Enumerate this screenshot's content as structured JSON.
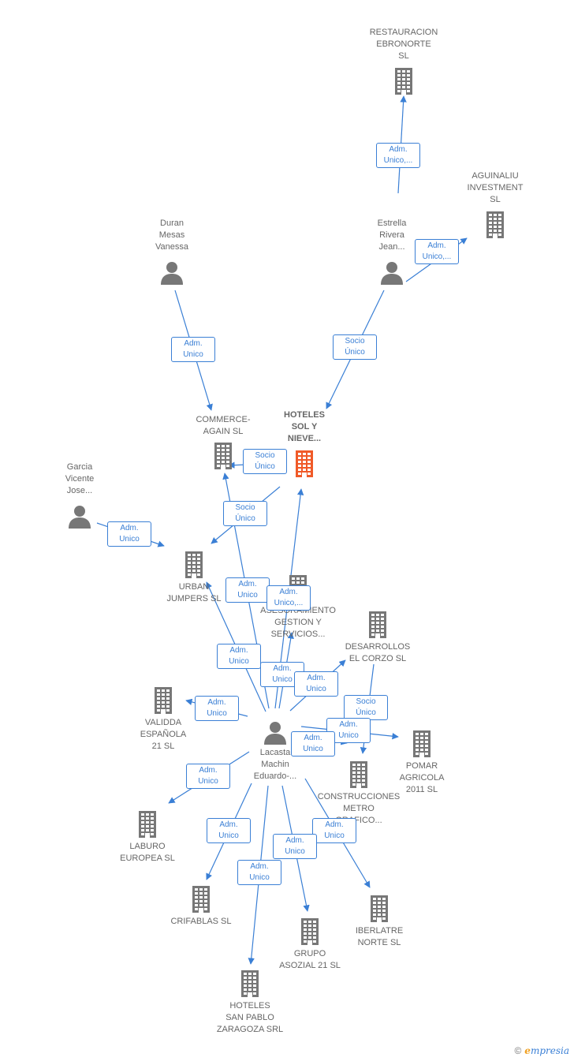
{
  "colors": {
    "edge": "#3a7fd5",
    "node_gray": "#777777",
    "focus": "#f05a28",
    "text": "#666666"
  },
  "nodes": [
    {
      "id": "restauracion",
      "type": "company",
      "lines": [
        "RESTAURACION",
        "EBRONORTE",
        "SL"
      ]
    },
    {
      "id": "aguinaliu",
      "type": "company",
      "lines": [
        "AGUINALIU",
        "INVESTMENT",
        "SL"
      ]
    },
    {
      "id": "duran",
      "type": "person",
      "lines": [
        "Duran",
        "Mesas",
        "Vanessa"
      ]
    },
    {
      "id": "estrella",
      "type": "person",
      "lines": [
        "Estrella",
        "Rivera",
        "Jean..."
      ]
    },
    {
      "id": "commerce",
      "type": "company",
      "lines": [
        "COMMERCE-",
        "AGAIN  SL"
      ]
    },
    {
      "id": "hoteles_sol",
      "type": "company",
      "focus": true,
      "lines": [
        "HOTELES",
        "SOL Y",
        "NIEVE..."
      ]
    },
    {
      "id": "garcia",
      "type": "person",
      "lines": [
        "Garcia",
        "Vicente",
        "Jose..."
      ]
    },
    {
      "id": "urban",
      "type": "company",
      "lines": [
        "URBAN",
        "JUMPERS  SL"
      ]
    },
    {
      "id": "asesoramiento",
      "type": "company",
      "lines": [
        "ASESORAMIENTO",
        "GESTION Y",
        "SERVICIOS..."
      ]
    },
    {
      "id": "desarrollos",
      "type": "company",
      "lines": [
        "DESARROLLOS",
        "EL CORZO SL"
      ]
    },
    {
      "id": "validda",
      "type": "company",
      "lines": [
        "VALIDDA",
        "ESPAÑOLA",
        "21 SL"
      ]
    },
    {
      "id": "lacasta",
      "type": "person",
      "lines": [
        "Lacasta",
        "Machin",
        "Eduardo-..."
      ]
    },
    {
      "id": "pomar",
      "type": "company",
      "lines": [
        "POMAR",
        "AGRICOLA",
        "2011 SL"
      ]
    },
    {
      "id": "construcciones",
      "type": "company",
      "lines": [
        "CONSTRUCCIONES",
        "METRO",
        "GRAFICO..."
      ]
    },
    {
      "id": "laburo",
      "type": "company",
      "lines": [
        "LABURO",
        "EUROPEA  SL"
      ]
    },
    {
      "id": "crifablas",
      "type": "company",
      "lines": [
        "CRIFABLAS SL"
      ]
    },
    {
      "id": "iberlatre",
      "type": "company",
      "lines": [
        "IBERLATRE",
        "NORTE  SL"
      ]
    },
    {
      "id": "grupo",
      "type": "company",
      "lines": [
        "GRUPO",
        "ASOZIAL 21  SL"
      ]
    },
    {
      "id": "hoteles_sp",
      "type": "company",
      "lines": [
        "HOTELES",
        "SAN PABLO",
        "ZARAGOZA SRL"
      ]
    }
  ],
  "edges": [
    {
      "from": "estrella",
      "to": "restauracion",
      "label": [
        "Adm.",
        "Unico,..."
      ]
    },
    {
      "from": "estrella",
      "to": "aguinaliu",
      "label": [
        "Adm.",
        "Unico,..."
      ]
    },
    {
      "from": "estrella",
      "to": "hoteles_sol",
      "label": [
        "Socio",
        "Único"
      ]
    },
    {
      "from": "duran",
      "to": "commerce",
      "label": [
        "Adm.",
        "Unico"
      ]
    },
    {
      "from": "hoteles_sol",
      "to": "commerce",
      "label": [
        "Socio",
        "Único"
      ]
    },
    {
      "from": "hoteles_sol",
      "to": "urban",
      "label": [
        "Socio",
        "Único"
      ]
    },
    {
      "from": "garcia",
      "to": "urban",
      "label": [
        "Adm.",
        "Unico"
      ]
    },
    {
      "from": "lacasta",
      "to": "commerce",
      "label": [
        "Adm.",
        "Unico"
      ]
    },
    {
      "from": "lacasta",
      "to": "hoteles_sol",
      "label": [
        "Adm.",
        "Unico,..."
      ]
    },
    {
      "from": "lacasta",
      "to": "urban",
      "label": [
        "Adm.",
        "Unico"
      ]
    },
    {
      "from": "lacasta",
      "to": "asesoramiento",
      "label": [
        "Adm.",
        "Unico"
      ]
    },
    {
      "from": "lacasta",
      "to": "desarrollos",
      "label": [
        "Adm.",
        "Unico"
      ]
    },
    {
      "from": "desarrollos",
      "to": "construcciones",
      "label": [
        "Socio",
        "Único"
      ]
    },
    {
      "from": "lacasta",
      "to": "validda",
      "label": [
        "Adm.",
        "Unico"
      ]
    },
    {
      "from": "lacasta",
      "to": "pomar",
      "label": [
        "Adm.",
        "Unico"
      ]
    },
    {
      "from": "lacasta",
      "to": "construcciones",
      "label": [
        "Adm.",
        "Unico"
      ]
    },
    {
      "from": "lacasta",
      "to": "laburo",
      "label": [
        "Adm.",
        "Unico"
      ]
    },
    {
      "from": "lacasta",
      "to": "crifablas",
      "label": [
        "Adm.",
        "Unico"
      ]
    },
    {
      "from": "lacasta",
      "to": "hoteles_sp",
      "label": [
        "Adm.",
        "Unico"
      ]
    },
    {
      "from": "lacasta",
      "to": "grupo",
      "label": [
        "Adm.",
        "Unico"
      ]
    },
    {
      "from": "lacasta",
      "to": "iberlatre",
      "label": [
        "Adm.",
        "Unico"
      ]
    }
  ],
  "brand": {
    "copyright": "©",
    "first": "e",
    "rest": "mpresia"
  }
}
